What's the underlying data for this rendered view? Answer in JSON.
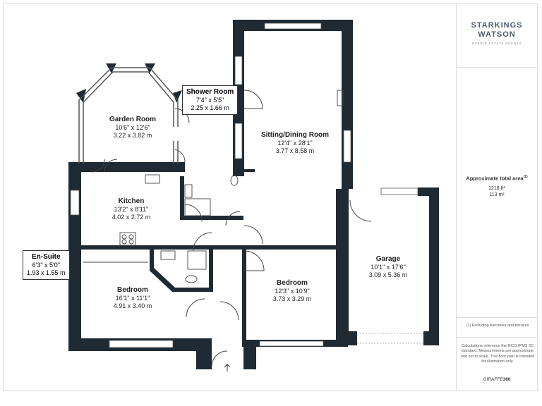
{
  "rooms": {
    "garden_room": {
      "name": "Garden Room",
      "imperial": "10'6\" x 12'6\"",
      "metric": "3.22 x 3.82 m"
    },
    "shower_room": {
      "name": "Shower Room",
      "imperial": "7'4\" x 5'5\"",
      "metric": "2.25 x 1.66 m"
    },
    "sitting_dining": {
      "name": "Sitting/Dining Room",
      "imperial": "12'4\" x 28'1\"",
      "metric": "3.77 x 8.58 m"
    },
    "kitchen": {
      "name": "Kitchen",
      "imperial": "13'2\" x 8'11\"",
      "metric": "4.02 x 2.72 m"
    },
    "en_suite": {
      "name": "En-Suite",
      "imperial": "6'3\" x 5'0\"",
      "metric": "1.93 x 1.55 m"
    },
    "bedroom_1": {
      "name": "Bedroom",
      "imperial": "16'1\" x 11'1\"",
      "metric": "4.91 x 3.40 m"
    },
    "bedroom_2": {
      "name": "Bedroom",
      "imperial": "12'3\" x 10'9\"",
      "metric": "3.73 x 3.29 m"
    },
    "garage": {
      "name": "Garage",
      "imperial": "10'1\" x 17'6\"",
      "metric": "3.09 x 5.36 m"
    }
  },
  "brand": {
    "line1": "STARKINGS",
    "amp": "&",
    "line2": "WATSON",
    "tagline": "HYBRID ESTATE AGENTS"
  },
  "area": {
    "title": "Approximate total area",
    "title_sup": "(1)",
    "sqft": "1218 ft²",
    "sqm": "113 m²"
  },
  "notes": {
    "excluding": "(1) Excluding balconies and terraces",
    "disclaimer": "Calculations reference the RICS IPMS 3C standard. Measurements are approximate and not to scale. This floor plan is intended for illustration only.",
    "giraffe_prefix": "GIRAFFE",
    "giraffe_suffix": "360"
  },
  "colors": {
    "wall": "#1f2a33",
    "window": "#ffffff",
    "window_line": "#555555",
    "brand_teal": "#9fc7cc",
    "border": "#d9dde0"
  }
}
